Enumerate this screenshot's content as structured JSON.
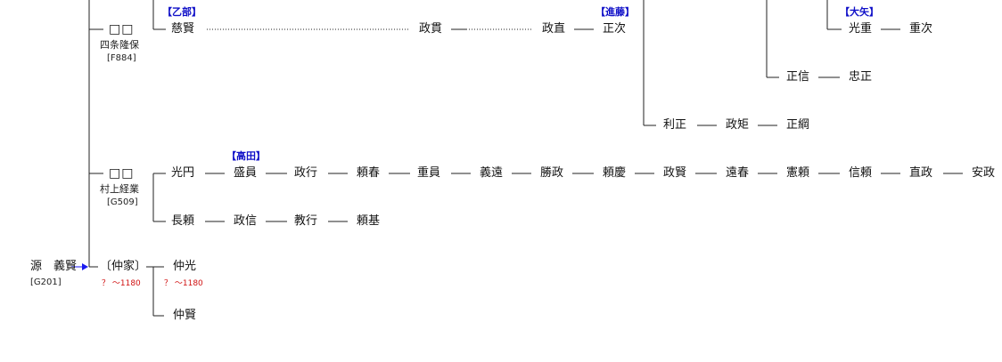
{
  "root": {
    "name": "源　義賢",
    "code": "[G201]"
  },
  "branch_shijo": {
    "box": "□□",
    "name": "四条隆保",
    "code": "[F884]"
  },
  "branch_murakami": {
    "box": "□□",
    "name": "村上経業",
    "code": "[G509]"
  },
  "nakaie": {
    "name": "〔仲家〕",
    "years": "？ ～1180"
  },
  "nakamitsu": {
    "name": "仲光",
    "years": "？ ～1180"
  },
  "nakakata": {
    "name": "仲賢"
  },
  "tags": {
    "otobe": "【乙部】",
    "shindo": "【進藤】",
    "oya": "【大矢】",
    "takada": "【高田】"
  },
  "row1": [
    "慈賢",
    "政貫",
    "政直",
    "正次"
  ],
  "row1b": [
    "光重",
    "重次"
  ],
  "row2": [
    "正信",
    "忠正"
  ],
  "row3": [
    "利正",
    "政矩",
    "正綱"
  ],
  "row4": [
    "光円",
    "盛員",
    "政行",
    "頼春",
    "重員",
    "義遠",
    "勝政",
    "頼慶",
    "政賢",
    "遠春",
    "憲頼",
    "信頼",
    "直政",
    "安政"
  ],
  "row5": [
    "長頼",
    "政信",
    "教行",
    "頼基"
  ]
}
